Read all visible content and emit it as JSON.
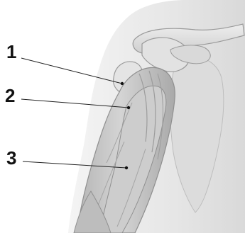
{
  "labels": [
    {
      "id": "1",
      "text": "1"
    },
    {
      "id": "2",
      "text": "2"
    },
    {
      "id": "3",
      "text": "3"
    }
  ],
  "colors": {
    "skin_light": "#ededed",
    "skin_mid": "#d6d6d6",
    "bone": "#e4e4e4",
    "muscle": "#c9c9c9",
    "muscle_dark": "#a8a8a8",
    "outline": "#9a9a9a",
    "shadow": "#b8b8b8"
  }
}
